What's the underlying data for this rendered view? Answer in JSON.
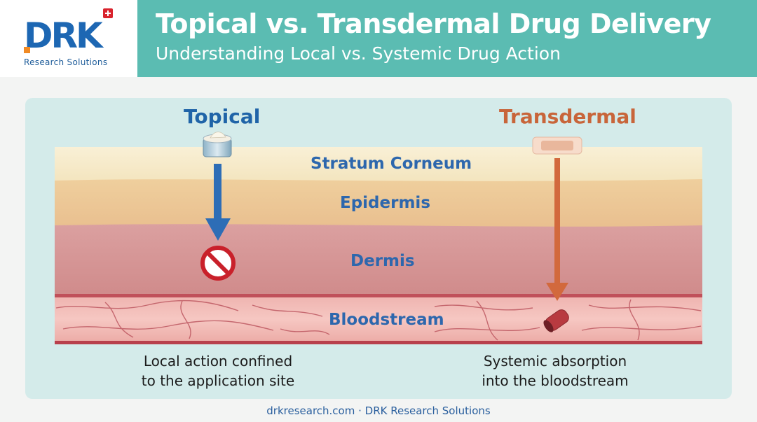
{
  "brand": {
    "logo_text": "DRK",
    "logo_sub": "Research Solutions"
  },
  "header": {
    "title": "Topical vs. Transdermal Drug Delivery",
    "subtitle": "Understanding Local vs. Systemic Drug Action"
  },
  "diagram": {
    "left_label": "Topical",
    "right_label": "Transdermal",
    "layers": [
      "Stratum Corneum",
      "Epidermis",
      "Dermis",
      "Bloodstream"
    ],
    "left_caption": [
      "Local action confined",
      "to the application site"
    ],
    "right_caption": [
      "Systemic absorption",
      "into the bloodstream"
    ]
  },
  "colors": {
    "header_band": "#5bbcb2",
    "topical": "#2064a8",
    "transdermal": "#c8653a",
    "blocked": "#c9202a"
  },
  "icons": {
    "left_applicator": "cream-jar-icon",
    "right_applicator": "patch-icon",
    "blocked": "prohibition-icon",
    "vessel": "blood-vessel-icon"
  },
  "footer": {
    "text": "drkresearch.com · DRK Research Solutions"
  }
}
